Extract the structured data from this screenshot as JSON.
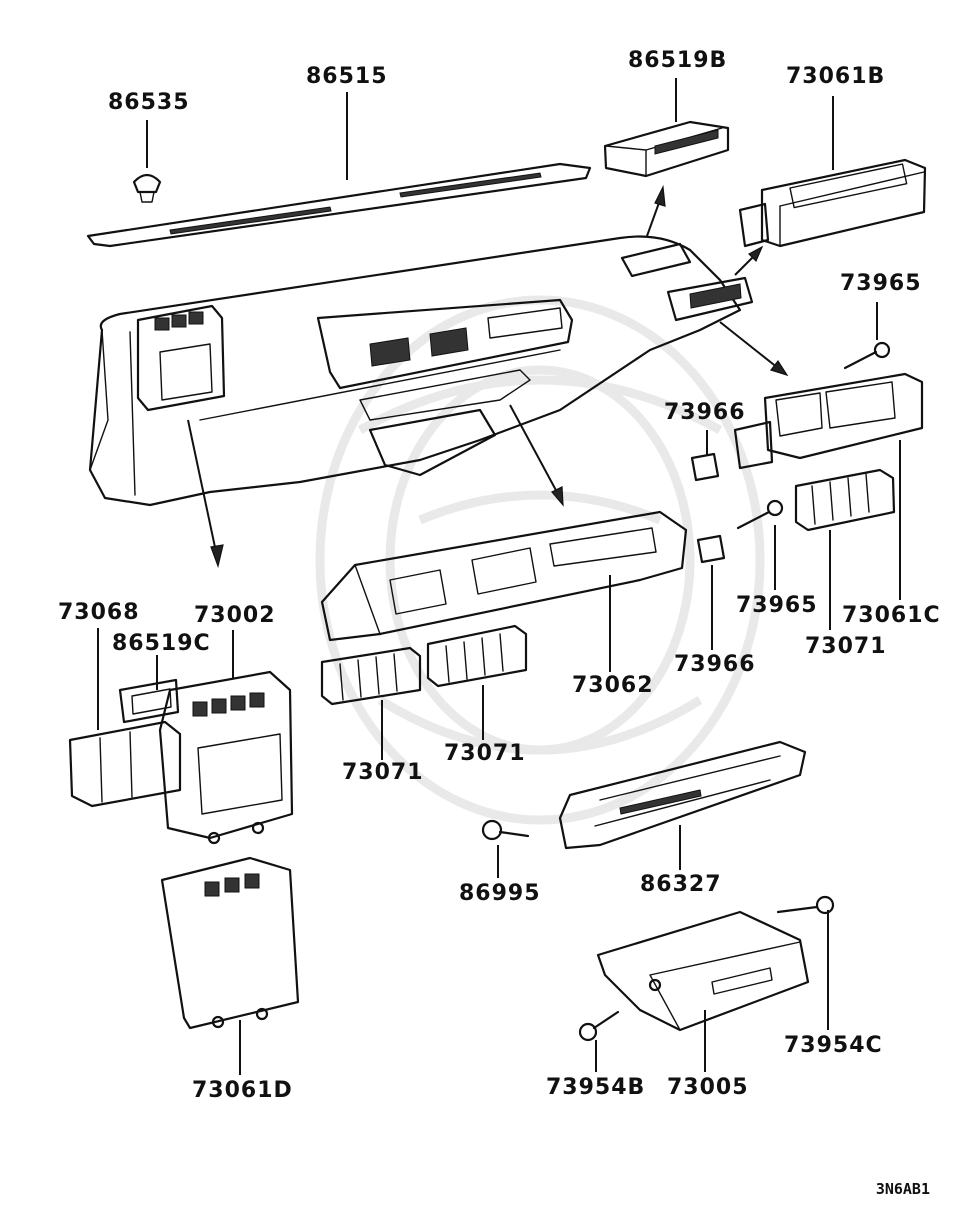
{
  "callouts": [
    {
      "id": "86535",
      "label": "86535"
    },
    {
      "id": "86515",
      "label": "86515"
    },
    {
      "id": "86519B",
      "label": "86519B"
    },
    {
      "id": "73061B",
      "label": "73061B"
    },
    {
      "id": "73965a",
      "label": "73965"
    },
    {
      "id": "73966a",
      "label": "73966"
    },
    {
      "id": "73965b",
      "label": "73965"
    },
    {
      "id": "73061C",
      "label": "73061C"
    },
    {
      "id": "73071a",
      "label": "73071"
    },
    {
      "id": "73966b",
      "label": "73966"
    },
    {
      "id": "73062",
      "label": "73062"
    },
    {
      "id": "73068",
      "label": "73068"
    },
    {
      "id": "73002",
      "label": "73002"
    },
    {
      "id": "86519C",
      "label": "86519C"
    },
    {
      "id": "73071b",
      "label": "73071"
    },
    {
      "id": "73071c",
      "label": "73071"
    },
    {
      "id": "86995",
      "label": "86995"
    },
    {
      "id": "86327",
      "label": "86327"
    },
    {
      "id": "73061D",
      "label": "73061D"
    },
    {
      "id": "73954C",
      "label": "73954C"
    },
    {
      "id": "73954B",
      "label": "73954B"
    },
    {
      "id": "73005",
      "label": "73005"
    }
  ],
  "diagram_code": "3N6AB1"
}
